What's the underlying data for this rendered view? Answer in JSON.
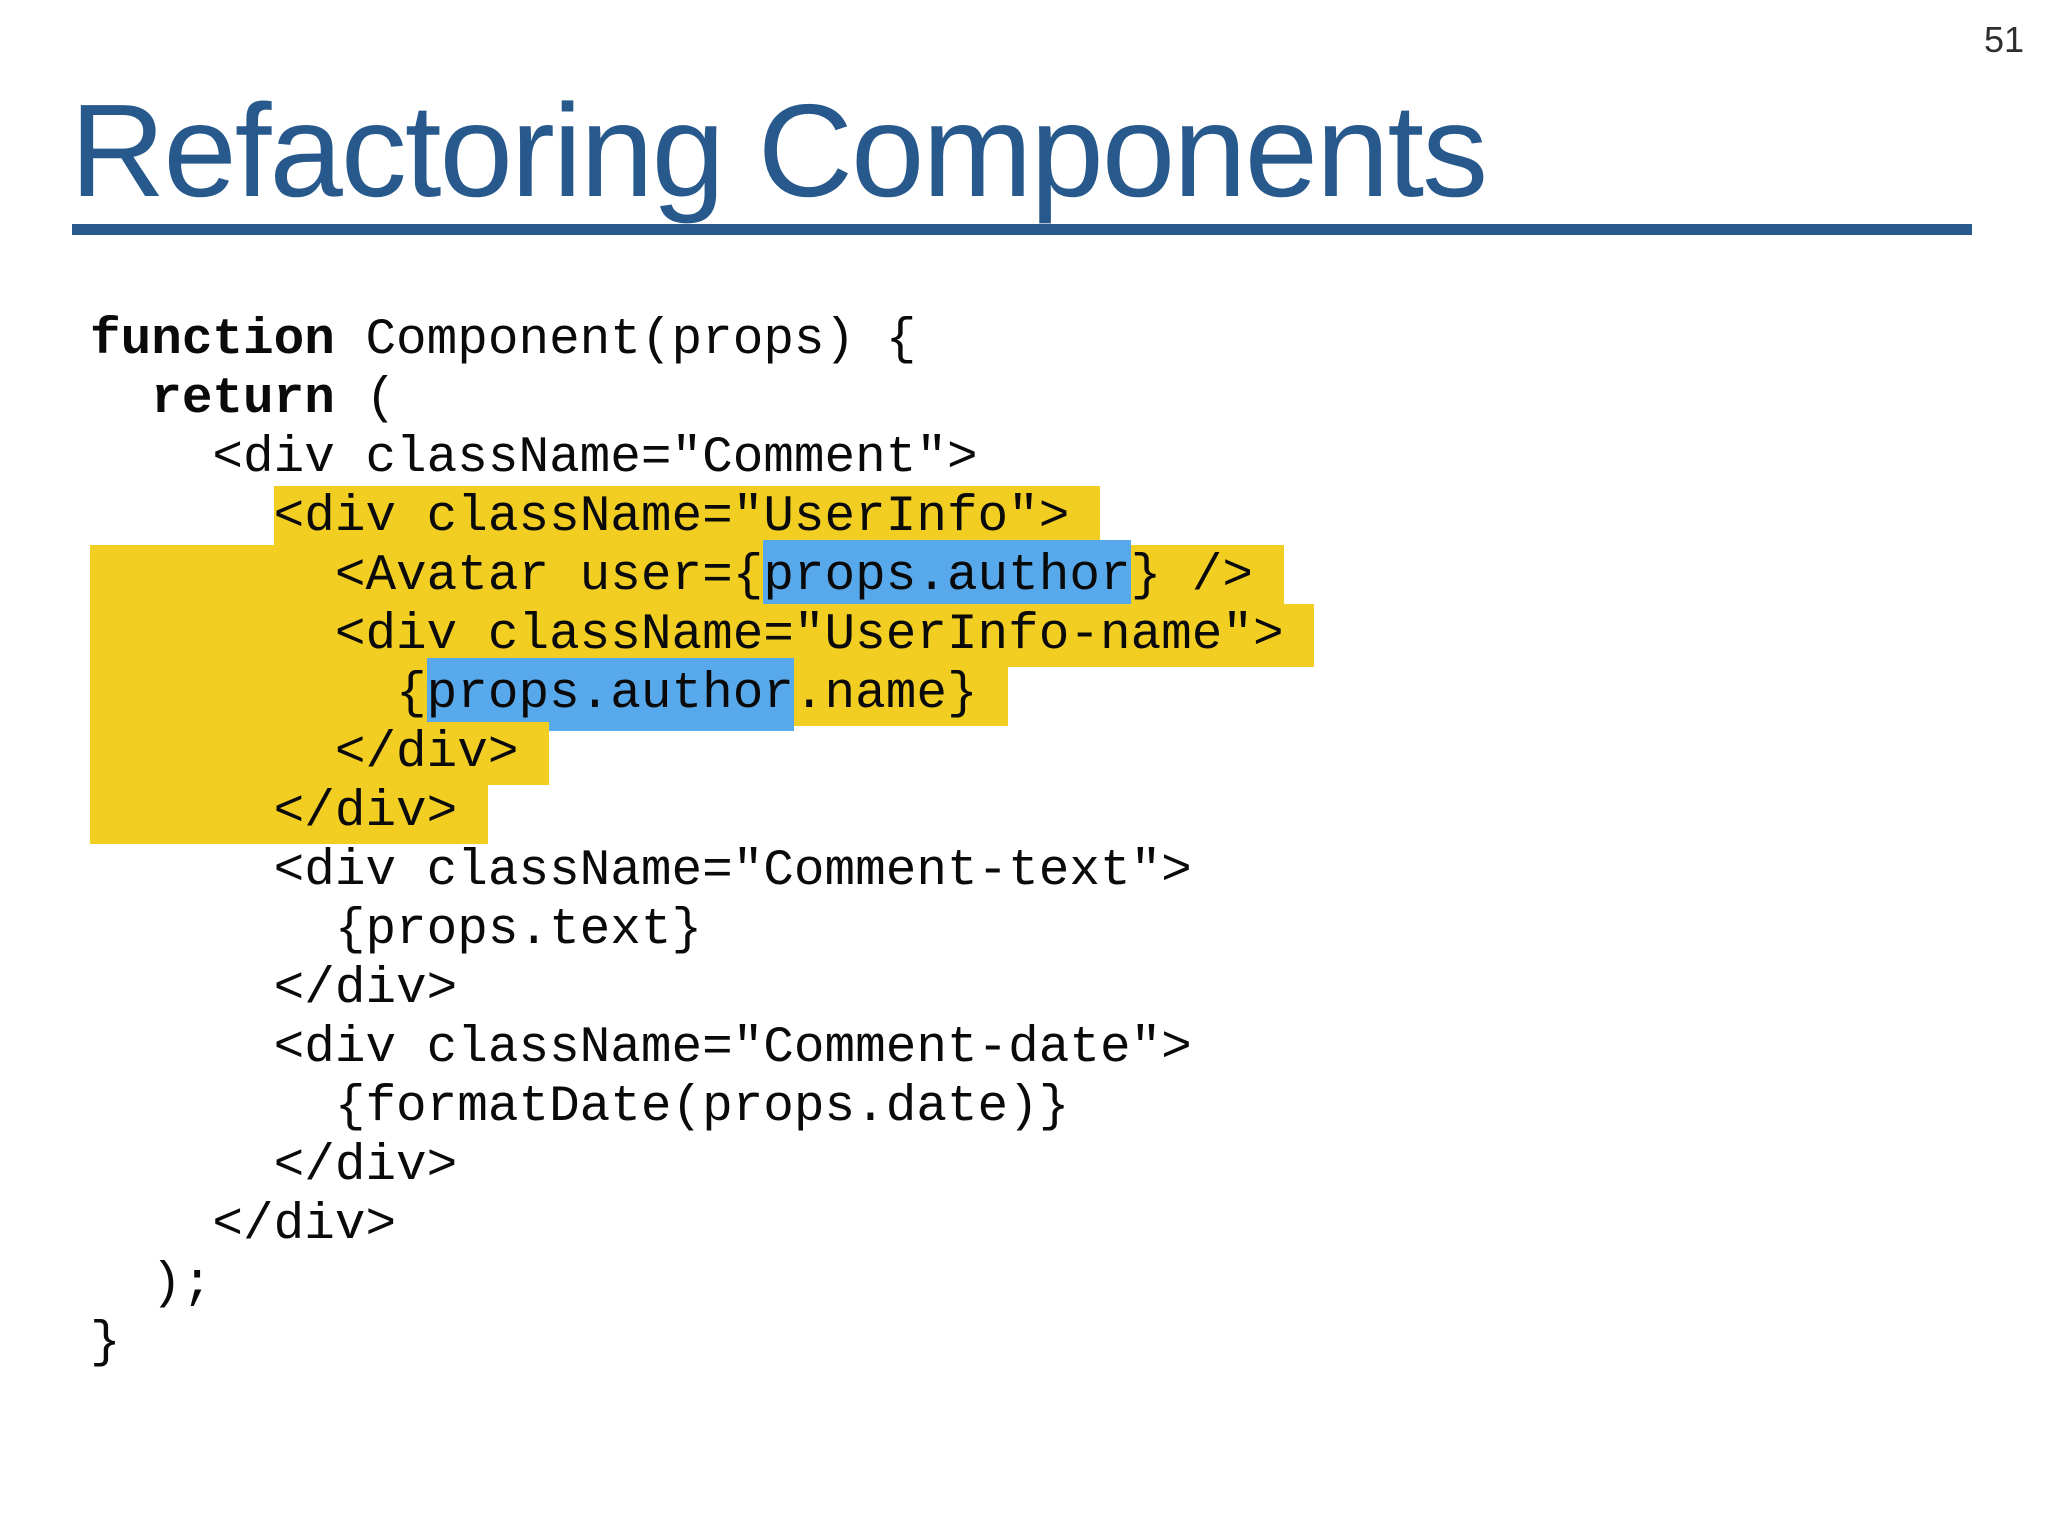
{
  "slide": {
    "page_number": "51",
    "title": "Refactoring Components"
  },
  "colors": {
    "title_blue": "#28598C",
    "underline_blue": "#28598C",
    "highlight_yellow": "#F2CE22",
    "highlight_blue": "#57A9EC",
    "code_text": "#0a0a0a",
    "background": "#ffffff"
  },
  "code": {
    "language": "jsx",
    "lines": [
      {
        "segments": [
          {
            "t": "function",
            "s": "b"
          },
          {
            "t": " Component(props) {",
            "s": "p"
          }
        ]
      },
      {
        "segments": [
          {
            "t": "  ",
            "s": "p"
          },
          {
            "t": "return",
            "s": "b"
          },
          {
            "t": " (",
            "s": "p"
          }
        ]
      },
      {
        "segments": [
          {
            "t": "    <div className=\"Comment\">",
            "s": "p"
          }
        ]
      },
      {
        "segments": [
          {
            "t": "      ",
            "s": "p"
          },
          {
            "t": "<div className=\"UserInfo\"> ",
            "s": "y"
          }
        ]
      },
      {
        "segments": [
          {
            "t": "        <Avatar user={",
            "s": "y"
          },
          {
            "t": "props.author",
            "s": "u"
          },
          {
            "t": "} /> ",
            "s": "y"
          }
        ]
      },
      {
        "segments": [
          {
            "t": "        <div className=\"UserInfo-name\"> ",
            "s": "y"
          }
        ]
      },
      {
        "segments": [
          {
            "t": "          {",
            "s": "y"
          },
          {
            "t": "props.author",
            "s": "u"
          },
          {
            "t": ".name} ",
            "s": "y"
          }
        ]
      },
      {
        "segments": [
          {
            "t": "        </div> ",
            "s": "y"
          }
        ]
      },
      {
        "segments": [
          {
            "t": "      </div> ",
            "s": "y"
          }
        ]
      },
      {
        "segments": [
          {
            "t": "      <div className=\"Comment-text\">",
            "s": "p"
          }
        ]
      },
      {
        "segments": [
          {
            "t": "        {props.text}",
            "s": "p"
          }
        ]
      },
      {
        "segments": [
          {
            "t": "      </div>",
            "s": "p"
          }
        ]
      },
      {
        "segments": [
          {
            "t": "      <div className=\"Comment-date\">",
            "s": "p"
          }
        ]
      },
      {
        "segments": [
          {
            "t": "        {formatDate(props.date)}",
            "s": "p"
          }
        ]
      },
      {
        "segments": [
          {
            "t": "      </div>",
            "s": "p"
          }
        ]
      },
      {
        "segments": [
          {
            "t": "    </div>",
            "s": "p"
          }
        ]
      },
      {
        "segments": [
          {
            "t": "  );",
            "s": "p"
          }
        ]
      },
      {
        "segments": [
          {
            "t": "}",
            "s": "p"
          }
        ]
      }
    ]
  }
}
